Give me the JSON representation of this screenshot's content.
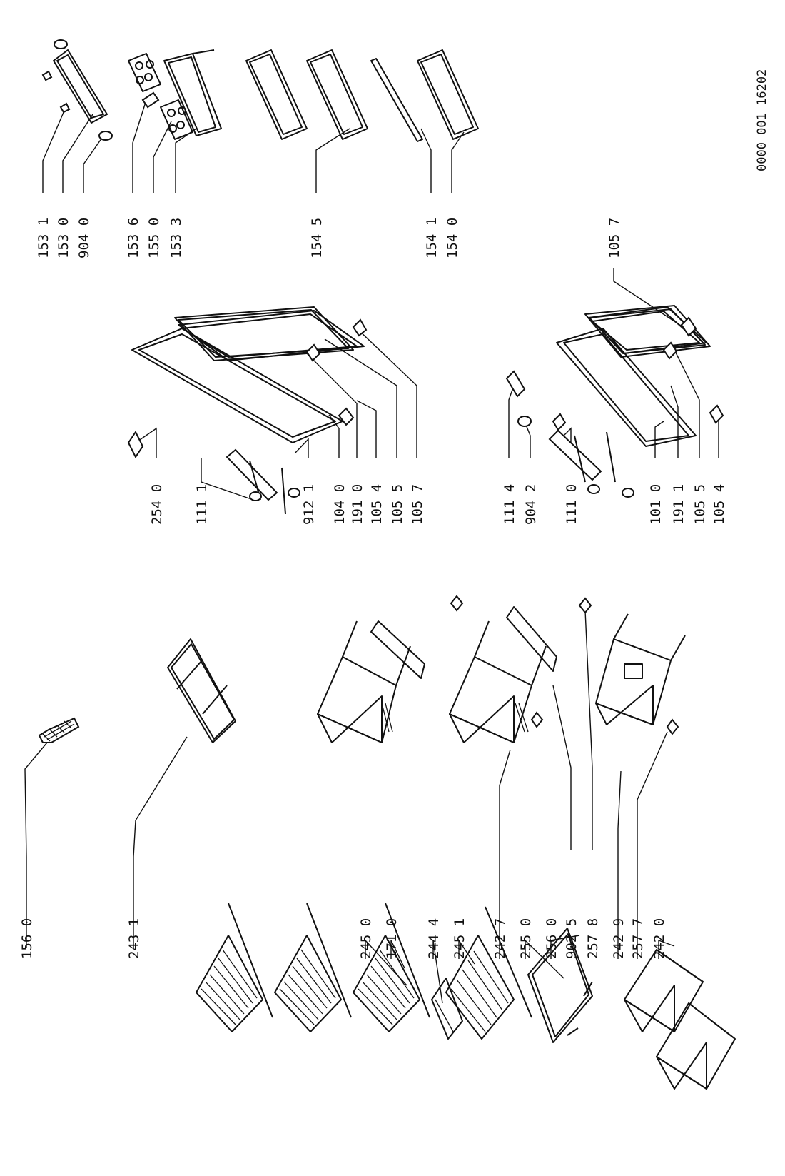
{
  "drawing_number": "0000 001  16202",
  "columns": [
    {
      "id": "col1",
      "labels": [
        "156 0",
        "243 1",
        "245 0",
        "171 0",
        "244 4",
        "245 1",
        "242 7",
        "255 0",
        "256 0",
        "902 5",
        "257 8",
        "242 9",
        "257 7",
        "242 0"
      ]
    },
    {
      "id": "col2",
      "labels": [
        "254 0",
        "111 1",
        "912 1",
        "104 0",
        "191 0",
        "105 4",
        "105 5",
        "105 7",
        "111 4",
        "904 2",
        "111 0",
        "101 0",
        "191 1",
        "105 5",
        "105 4"
      ]
    },
    {
      "id": "col3",
      "labels": [
        "153 1",
        "153 0",
        "904 0",
        "153 6",
        "155 0",
        "153 3",
        "154 5",
        "154 1",
        "154 0",
        "105 7"
      ]
    }
  ]
}
